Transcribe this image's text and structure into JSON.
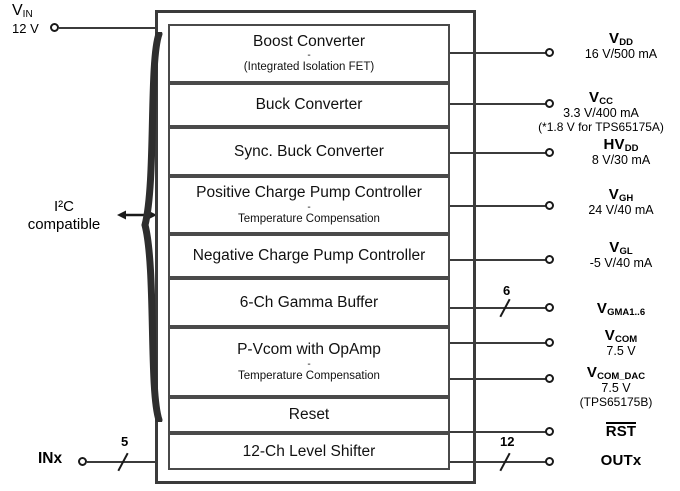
{
  "diagram": {
    "title": "TPS65175 display power block diagram",
    "chip_label": ""
  },
  "inputs": {
    "vin": {
      "name": "V",
      "subscript": "IN",
      "value": "12 V",
      "terminal": "input-terminal"
    },
    "i2c": {
      "line1": "I²C",
      "line2": "compatible",
      "arrow": "bidirectional-arrow"
    },
    "inx": {
      "name": "INx",
      "bus_width": "5"
    }
  },
  "blocks": [
    {
      "title": "Boost Converter",
      "dash": "-",
      "sub": "(Integrated Isolation FET)"
    },
    {
      "title": "Buck Converter",
      "dash": "",
      "sub": ""
    },
    {
      "title": "Sync. Buck Converter",
      "dash": "",
      "sub": ""
    },
    {
      "title": "Positive Charge Pump Controller",
      "dash": "-",
      "sub": "Temperature Compensation"
    },
    {
      "title": "Negative Charge Pump Controller",
      "dash": "",
      "sub": ""
    },
    {
      "title": "6-Ch Gamma Buffer",
      "dash": "",
      "sub": ""
    },
    {
      "title": "P-Vcom with OpAmp",
      "dash": "-",
      "sub": "Temperature Compensation"
    },
    {
      "title": "Reset",
      "dash": "",
      "sub": ""
    },
    {
      "title": "12-Ch Level Shifter",
      "dash": "",
      "sub": ""
    }
  ],
  "outputs": [
    {
      "name": "V",
      "subscript": "DD",
      "value": "16 V/500 mA",
      "note": "",
      "bus_width": ""
    },
    {
      "name": "V",
      "subscript": "CC",
      "value": "3.3 V/400 mA",
      "note": "(*1.8 V for TPS65175A)",
      "bus_width": ""
    },
    {
      "name": "HV",
      "subscript": "DD",
      "value": "8 V/30 mA",
      "note": "",
      "bus_width": ""
    },
    {
      "name": "V",
      "subscript": "GH",
      "value": "24 V/40 mA",
      "note": "",
      "bus_width": ""
    },
    {
      "name": "V",
      "subscript": "GL",
      "value": "-5 V/40 mA",
      "note": "",
      "bus_width": ""
    },
    {
      "name": "V",
      "subscript": "GMA1..6",
      "value": "",
      "note": "",
      "bus_width": "6"
    },
    {
      "name": "V",
      "subscript": "COM",
      "value": "7.5 V",
      "note": "",
      "bus_width": ""
    },
    {
      "name": "V",
      "subscript": "COM_DAC",
      "value": "7.5 V",
      "note": "(TPS65175B)",
      "bus_width": ""
    },
    {
      "name": "RST",
      "subscript": "",
      "value": "",
      "note": "",
      "bus_width": "",
      "overbar": true
    },
    {
      "name": "OUTx",
      "subscript": "",
      "value": "",
      "note": "",
      "bus_width": "12"
    }
  ],
  "colors": {
    "line": "#3b3b3b",
    "block_border": "#4a4a4a",
    "text": "#000000",
    "background": "#ffffff"
  }
}
